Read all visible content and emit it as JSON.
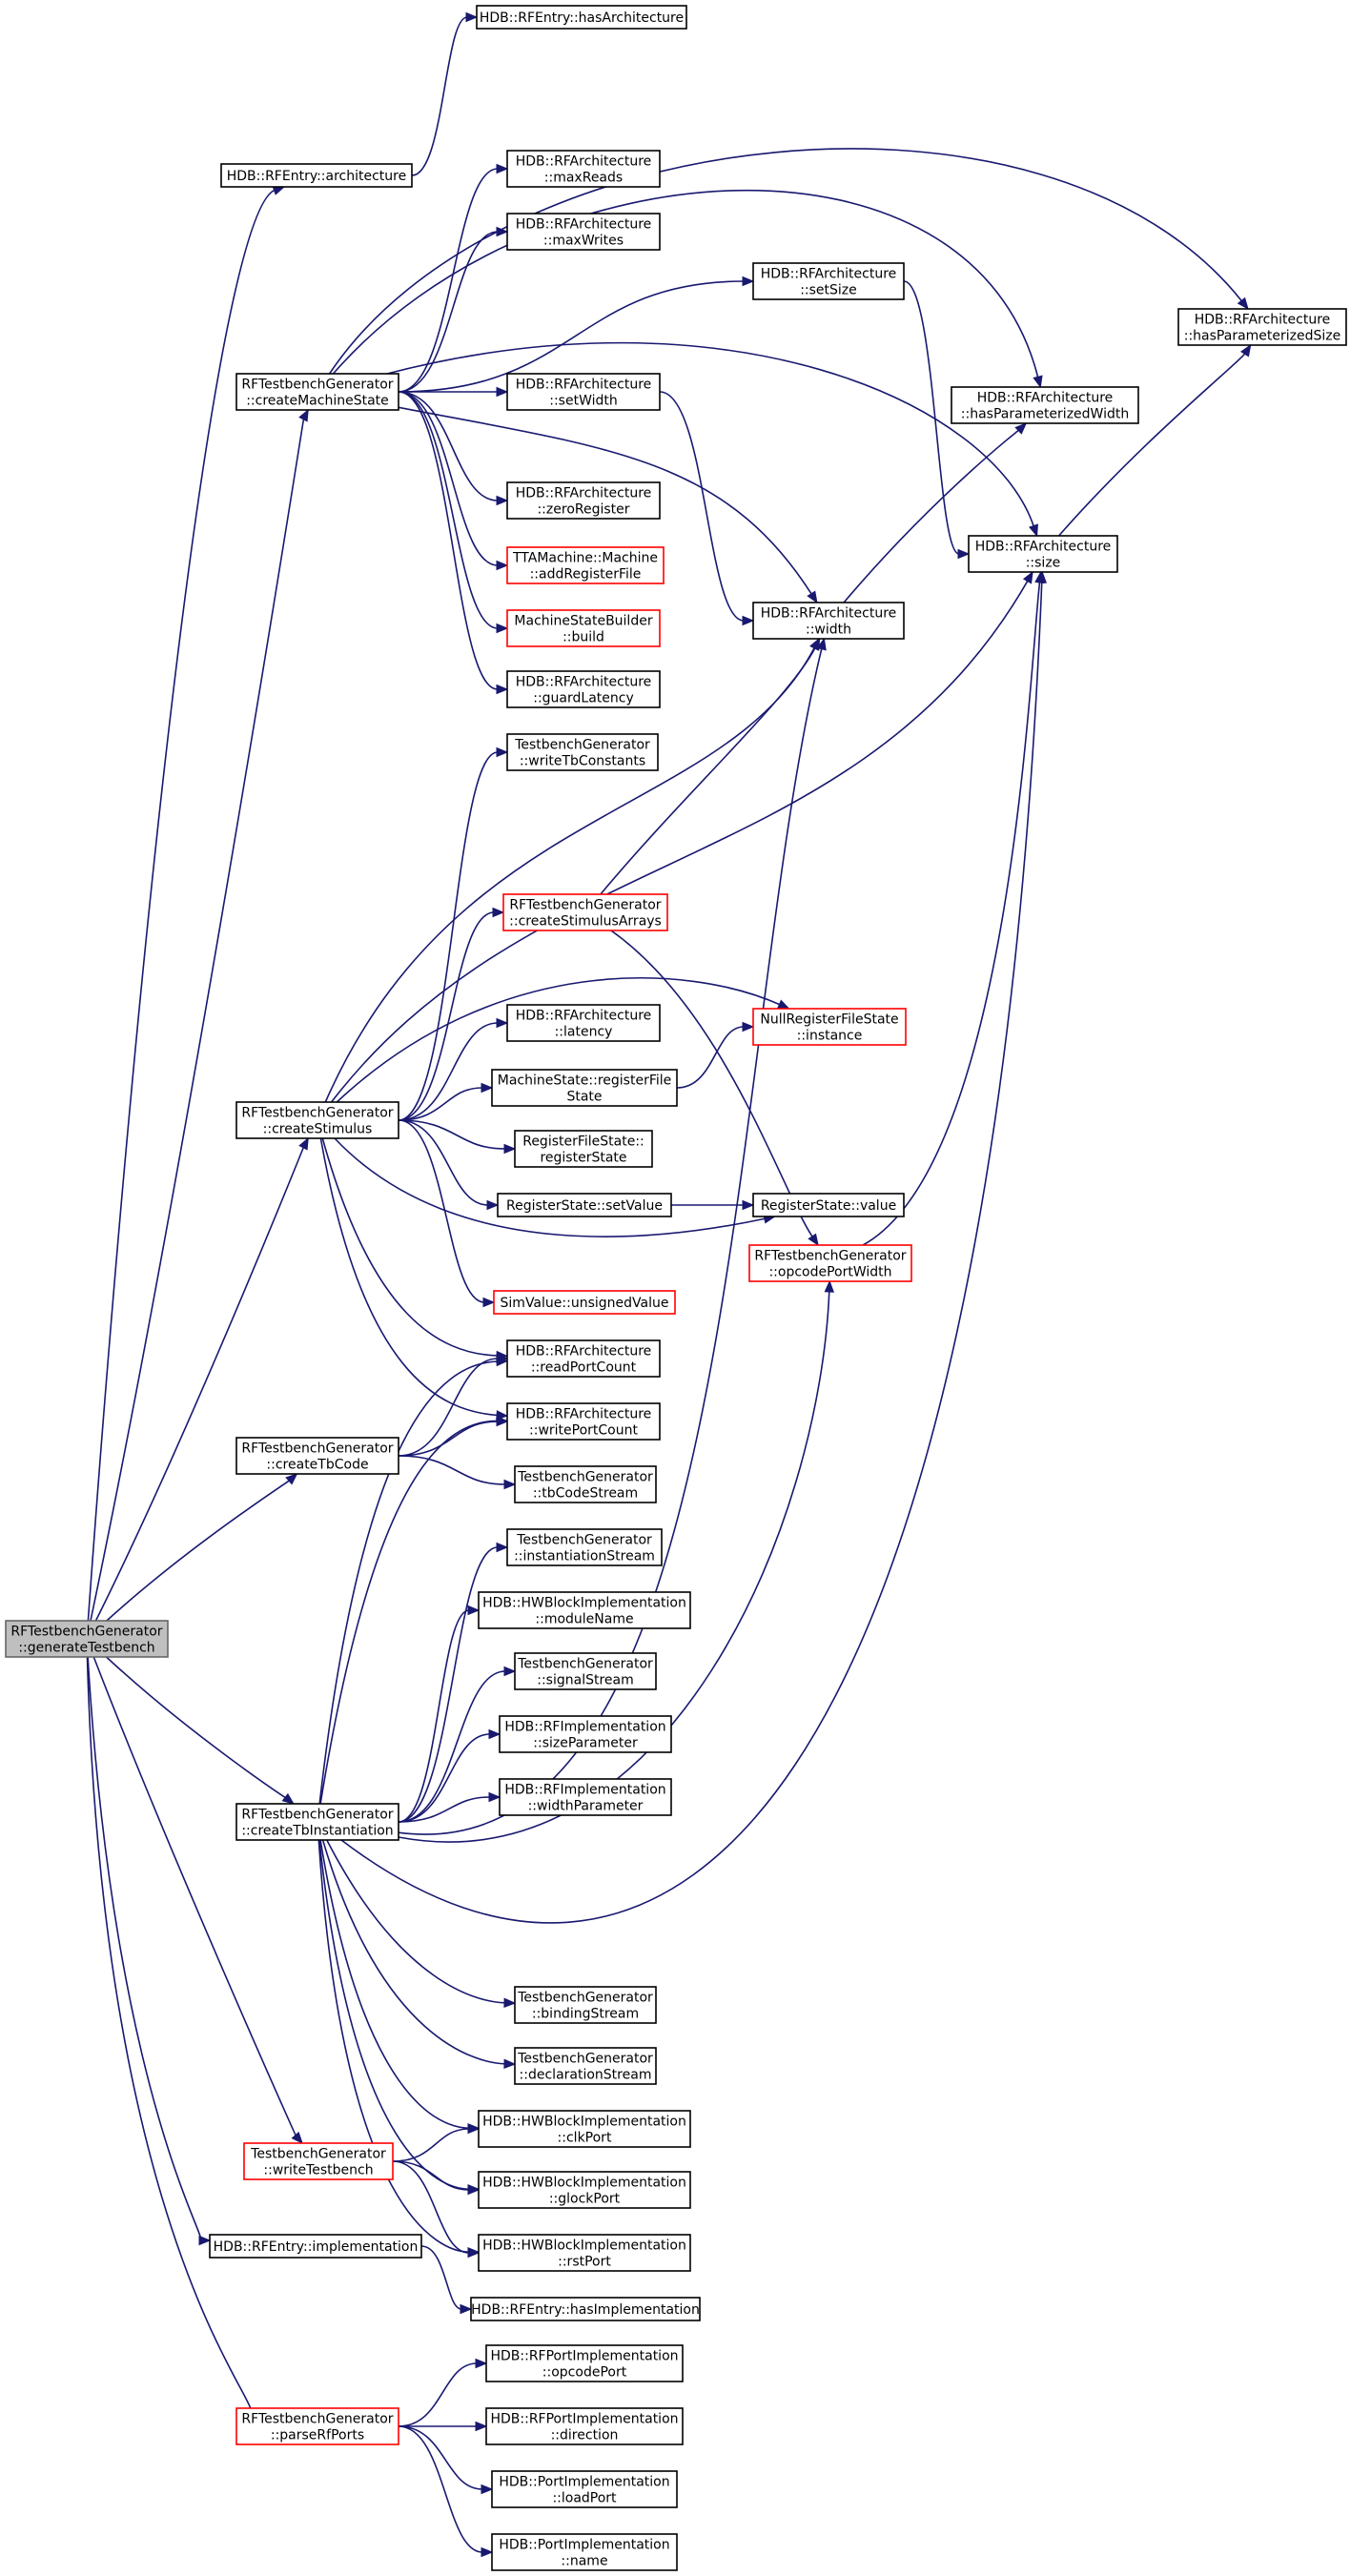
{
  "graph_title": "",
  "colors": {
    "edge": "#191970",
    "node_fill": "#ffffff",
    "node_border": "#000000",
    "node_border_incomplete": "#ff0000",
    "root_fill": "#bfbfbf",
    "root_border": "#666666"
  },
  "nodes": [
    {
      "id": "generateTestbench",
      "lines": [
        "RFTestbenchGenerator",
        "::generateTestbench"
      ],
      "style": "root"
    },
    {
      "id": "architecture",
      "lines": [
        "HDB::RFEntry::architecture"
      ],
      "style": "normal"
    },
    {
      "id": "hasArchitecture",
      "lines": [
        "HDB::RFEntry::hasArchitecture"
      ],
      "style": "normal"
    },
    {
      "id": "createMachineState",
      "lines": [
        "RFTestbenchGenerator",
        "::createMachineState"
      ],
      "style": "normal"
    },
    {
      "id": "maxReads",
      "lines": [
        "HDB::RFArchitecture",
        "::maxReads"
      ],
      "style": "normal"
    },
    {
      "id": "maxWrites",
      "lines": [
        "HDB::RFArchitecture",
        "::maxWrites"
      ],
      "style": "normal"
    },
    {
      "id": "setSize",
      "lines": [
        "HDB::RFArchitecture",
        "::setSize"
      ],
      "style": "normal"
    },
    {
      "id": "hasParameterizedSize",
      "lines": [
        "HDB::RFArchitecture",
        "::hasParameterizedSize"
      ],
      "style": "normal"
    },
    {
      "id": "setWidth",
      "lines": [
        "HDB::RFArchitecture",
        "::setWidth"
      ],
      "style": "normal"
    },
    {
      "id": "hasParameterizedWidth",
      "lines": [
        "HDB::RFArchitecture",
        "::hasParameterizedWidth"
      ],
      "style": "normal"
    },
    {
      "id": "zeroRegister",
      "lines": [
        "HDB::RFArchitecture",
        "::zeroRegister"
      ],
      "style": "normal"
    },
    {
      "id": "size",
      "lines": [
        "HDB::RFArchitecture",
        "::size"
      ],
      "style": "normal"
    },
    {
      "id": "addRegisterFile",
      "lines": [
        "TTAMachine::Machine",
        "::addRegisterFile"
      ],
      "style": "incomplete"
    },
    {
      "id": "width",
      "lines": [
        "HDB::RFArchitecture",
        "::width"
      ],
      "style": "normal"
    },
    {
      "id": "build",
      "lines": [
        "MachineStateBuilder",
        "::build"
      ],
      "style": "incomplete"
    },
    {
      "id": "guardLatency",
      "lines": [
        "HDB::RFArchitecture",
        "::guardLatency"
      ],
      "style": "normal"
    },
    {
      "id": "writeTbConstants",
      "lines": [
        "TestbenchGenerator",
        "::writeTbConstants"
      ],
      "style": "normal"
    },
    {
      "id": "createStimulusArrays",
      "lines": [
        "RFTestbenchGenerator",
        "::createStimulusArrays"
      ],
      "style": "incomplete"
    },
    {
      "id": "latency",
      "lines": [
        "HDB::RFArchitecture",
        "::latency"
      ],
      "style": "normal"
    },
    {
      "id": "nullInstance",
      "lines": [
        "NullRegisterFileState",
        "::instance"
      ],
      "style": "incomplete"
    },
    {
      "id": "createStimulus",
      "lines": [
        "RFTestbenchGenerator",
        "::createStimulus"
      ],
      "style": "normal"
    },
    {
      "id": "registerFileState",
      "lines": [
        "MachineState::registerFile",
        "State"
      ],
      "style": "normal"
    },
    {
      "id": "registerState",
      "lines": [
        "RegisterFileState::",
        "registerState"
      ],
      "style": "normal"
    },
    {
      "id": "setValue",
      "lines": [
        "RegisterState::setValue"
      ],
      "style": "normal"
    },
    {
      "id": "value",
      "lines": [
        "RegisterState::value"
      ],
      "style": "normal"
    },
    {
      "id": "opcodePortWidth",
      "lines": [
        "RFTestbenchGenerator",
        "::opcodePortWidth"
      ],
      "style": "incomplete"
    },
    {
      "id": "unsignedValue",
      "lines": [
        "SimValue::unsignedValue"
      ],
      "style": "incomplete"
    },
    {
      "id": "readPortCount",
      "lines": [
        "HDB::RFArchitecture",
        "::readPortCount"
      ],
      "style": "normal"
    },
    {
      "id": "createTbCode",
      "lines": [
        "RFTestbenchGenerator",
        "::createTbCode"
      ],
      "style": "normal"
    },
    {
      "id": "writePortCount",
      "lines": [
        "HDB::RFArchitecture",
        "::writePortCount"
      ],
      "style": "normal"
    },
    {
      "id": "tbCodeStream",
      "lines": [
        "TestbenchGenerator",
        "::tbCodeStream"
      ],
      "style": "normal"
    },
    {
      "id": "instantiationStream",
      "lines": [
        "TestbenchGenerator",
        "::instantiationStream"
      ],
      "style": "normal"
    },
    {
      "id": "moduleName",
      "lines": [
        "HDB::HWBlockImplementation",
        "::moduleName"
      ],
      "style": "normal"
    },
    {
      "id": "signalStream",
      "lines": [
        "TestbenchGenerator",
        "::signalStream"
      ],
      "style": "normal"
    },
    {
      "id": "sizeParameter",
      "lines": [
        "HDB::RFImplementation",
        "::sizeParameter"
      ],
      "style": "normal"
    },
    {
      "id": "createTbInstantiation",
      "lines": [
        "RFTestbenchGenerator",
        "::createTbInstantiation"
      ],
      "style": "normal"
    },
    {
      "id": "widthParameter",
      "lines": [
        "HDB::RFImplementation",
        "::widthParameter"
      ],
      "style": "normal"
    },
    {
      "id": "bindingStream",
      "lines": [
        "TestbenchGenerator",
        "::bindingStream"
      ],
      "style": "normal"
    },
    {
      "id": "declarationStream",
      "lines": [
        "TestbenchGenerator",
        "::declarationStream"
      ],
      "style": "normal"
    },
    {
      "id": "clkPort",
      "lines": [
        "HDB::HWBlockImplementation",
        "::clkPort"
      ],
      "style": "normal"
    },
    {
      "id": "writeTestbench",
      "lines": [
        "TestbenchGenerator",
        "::writeTestbench"
      ],
      "style": "incomplete"
    },
    {
      "id": "glockPort",
      "lines": [
        "HDB::HWBlockImplementation",
        "::glockPort"
      ],
      "style": "normal"
    },
    {
      "id": "implementation",
      "lines": [
        "HDB::RFEntry::implementation"
      ],
      "style": "normal"
    },
    {
      "id": "rstPort",
      "lines": [
        "HDB::HWBlockImplementation",
        "::rstPort"
      ],
      "style": "normal"
    },
    {
      "id": "hasImplementation",
      "lines": [
        "HDB::RFEntry::hasImplementation"
      ],
      "style": "normal"
    },
    {
      "id": "opcodePort",
      "lines": [
        "HDB::RFPortImplementation",
        "::opcodePort"
      ],
      "style": "normal"
    },
    {
      "id": "parseRfPorts",
      "lines": [
        "RFTestbenchGenerator",
        "::parseRfPorts"
      ],
      "style": "incomplete"
    },
    {
      "id": "direction",
      "lines": [
        "HDB::RFPortImplementation",
        "::direction"
      ],
      "style": "normal"
    },
    {
      "id": "loadPort",
      "lines": [
        "HDB::PortImplementation",
        "::loadPort"
      ],
      "style": "normal"
    },
    {
      "id": "name",
      "lines": [
        "HDB::PortImplementation",
        "::name"
      ],
      "style": "normal"
    }
  ],
  "edges": [
    {
      "from": "generateTestbench",
      "to": "architecture"
    },
    {
      "from": "generateTestbench",
      "to": "createMachineState"
    },
    {
      "from": "generateTestbench",
      "to": "createStimulus"
    },
    {
      "from": "generateTestbench",
      "to": "createTbCode"
    },
    {
      "from": "generateTestbench",
      "to": "createTbInstantiation"
    },
    {
      "from": "generateTestbench",
      "to": "writeTestbench"
    },
    {
      "from": "generateTestbench",
      "to": "implementation"
    },
    {
      "from": "generateTestbench",
      "to": "parseRfPorts"
    },
    {
      "from": "architecture",
      "to": "hasArchitecture"
    },
    {
      "from": "createMachineState",
      "to": "hasParameterizedSize"
    },
    {
      "from": "createMachineState",
      "to": "hasParameterizedWidth"
    },
    {
      "from": "createMachineState",
      "to": "maxReads"
    },
    {
      "from": "createMachineState",
      "to": "maxWrites"
    },
    {
      "from": "createMachineState",
      "to": "setSize"
    },
    {
      "from": "createMachineState",
      "to": "size"
    },
    {
      "from": "createMachineState",
      "to": "setWidth"
    },
    {
      "from": "createMachineState",
      "to": "width"
    },
    {
      "from": "createMachineState",
      "to": "zeroRegister"
    },
    {
      "from": "createMachineState",
      "to": "addRegisterFile"
    },
    {
      "from": "createMachineState",
      "to": "build"
    },
    {
      "from": "createMachineState",
      "to": "guardLatency"
    },
    {
      "from": "setSize",
      "to": "size"
    },
    {
      "from": "setWidth",
      "to": "width"
    },
    {
      "from": "size",
      "to": "hasParameterizedSize"
    },
    {
      "from": "width",
      "to": "hasParameterizedWidth"
    },
    {
      "from": "createStimulus",
      "to": "writeTbConstants"
    },
    {
      "from": "createStimulus",
      "to": "width"
    },
    {
      "from": "createStimulus",
      "to": "size"
    },
    {
      "from": "createStimulus",
      "to": "createStimulusArrays"
    },
    {
      "from": "createStimulus",
      "to": "nullInstance"
    },
    {
      "from": "createStimulus",
      "to": "latency"
    },
    {
      "from": "createStimulus",
      "to": "registerFileState"
    },
    {
      "from": "createStimulus",
      "to": "registerState"
    },
    {
      "from": "createStimulus",
      "to": "setValue"
    },
    {
      "from": "createStimulus",
      "to": "value"
    },
    {
      "from": "createStimulus",
      "to": "unsignedValue"
    },
    {
      "from": "createStimulus",
      "to": "readPortCount"
    },
    {
      "from": "createStimulus",
      "to": "writePortCount"
    },
    {
      "from": "createStimulusArrays",
      "to": "width"
    },
    {
      "from": "createStimulusArrays",
      "to": "opcodePortWidth"
    },
    {
      "from": "registerFileState",
      "to": "nullInstance"
    },
    {
      "from": "setValue",
      "to": "value"
    },
    {
      "from": "opcodePortWidth",
      "to": "size"
    },
    {
      "from": "createTbCode",
      "to": "readPortCount"
    },
    {
      "from": "createTbCode",
      "to": "writePortCount"
    },
    {
      "from": "createTbCode",
      "to": "tbCodeStream"
    },
    {
      "from": "createTbInstantiation",
      "to": "readPortCount"
    },
    {
      "from": "createTbInstantiation",
      "to": "writePortCount"
    },
    {
      "from": "createTbInstantiation",
      "to": "instantiationStream"
    },
    {
      "from": "createTbInstantiation",
      "to": "moduleName"
    },
    {
      "from": "createTbInstantiation",
      "to": "signalStream"
    },
    {
      "from": "createTbInstantiation",
      "to": "sizeParameter"
    },
    {
      "from": "createTbInstantiation",
      "to": "widthParameter"
    },
    {
      "from": "createTbInstantiation",
      "to": "width"
    },
    {
      "from": "createTbInstantiation",
      "to": "opcodePortWidth"
    },
    {
      "from": "createTbInstantiation",
      "to": "size"
    },
    {
      "from": "createTbInstantiation",
      "to": "bindingStream"
    },
    {
      "from": "createTbInstantiation",
      "to": "declarationStream"
    },
    {
      "from": "createTbInstantiation",
      "to": "clkPort"
    },
    {
      "from": "createTbInstantiation",
      "to": "glockPort"
    },
    {
      "from": "createTbInstantiation",
      "to": "rstPort"
    },
    {
      "from": "writeTestbench",
      "to": "clkPort"
    },
    {
      "from": "writeTestbench",
      "to": "glockPort"
    },
    {
      "from": "writeTestbench",
      "to": "rstPort"
    },
    {
      "from": "implementation",
      "to": "hasImplementation"
    },
    {
      "from": "parseRfPorts",
      "to": "opcodePort"
    },
    {
      "from": "parseRfPorts",
      "to": "direction"
    },
    {
      "from": "parseRfPorts",
      "to": "loadPort"
    },
    {
      "from": "parseRfPorts",
      "to": "name"
    }
  ]
}
